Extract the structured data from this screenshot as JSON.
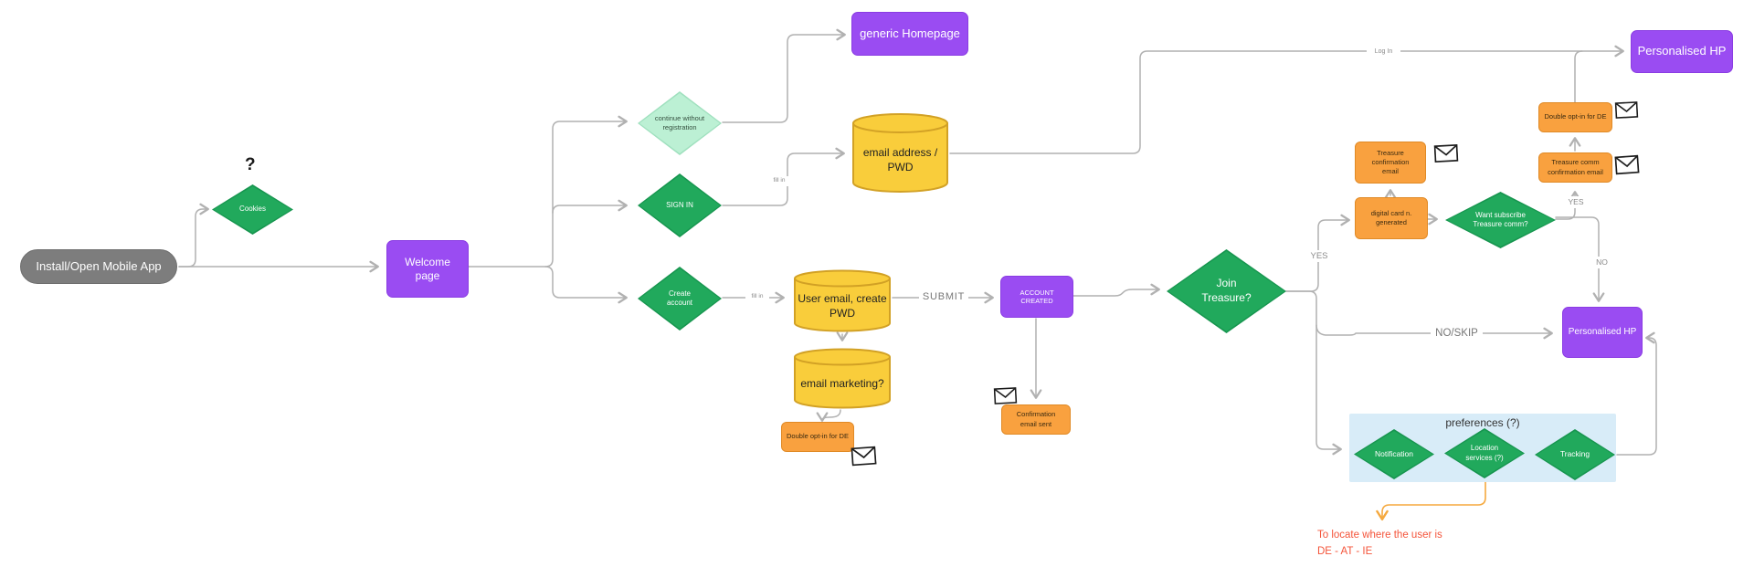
{
  "colors": {
    "purple": "#9a4cf2",
    "green": "#21a95c",
    "green_border": "#17954f",
    "light_green": "#bcf0d4",
    "yellow": "#f9cd3b",
    "yellow_border": "#d2a125",
    "orange": "#f9a13f",
    "orange_border": "#e08a26",
    "gray_node": "#7d7d7d",
    "light_blue": "#d8ecf8",
    "connector": "#b1b1b1",
    "edge_label": "#8a8a8a",
    "annotation_red": "#f4543a",
    "annotation_orange": "#f5a93f"
  },
  "nodes": {
    "install": {
      "label": "Install/Open Mobile App"
    },
    "question_mark": {
      "label": "?"
    },
    "cookies": {
      "label": "Cookies"
    },
    "welcome": {
      "label": "Welcome page"
    },
    "continue_without": {
      "label": "continue without registration"
    },
    "sign_in": {
      "label": "SIGN IN"
    },
    "create_account": {
      "label": "Create account"
    },
    "generic_homepage": {
      "label": "generic Homepage"
    },
    "email_address_pwd": {
      "label": "email address / PWD"
    },
    "user_email_create_pwd": {
      "label": "User email, create PWD"
    },
    "email_marketing": {
      "label": "email marketing?"
    },
    "double_opt_in_de_1": {
      "label": "Double opt-in for DE"
    },
    "account_created": {
      "label": "ACCOUNT CREATED"
    },
    "confirmation_email_sent": {
      "label": "Confirmation email sent"
    },
    "join_treasure": {
      "label": "Join Treasure?"
    },
    "digital_card_generated": {
      "label": "digital card n. generated"
    },
    "treasure_confirmation_email": {
      "label": "Treasure confirmation email"
    },
    "want_subscribe": {
      "label": "Want subscribe Treasure comm?"
    },
    "treasure_comm_confirmation_email": {
      "label": "Treasure comm confirmation email"
    },
    "double_opt_in_de_2": {
      "label": "Double opt-in for DE"
    },
    "personalised_hp_top": {
      "label": "Personalised HP"
    },
    "personalised_hp_mid": {
      "label": "Personalised HP"
    },
    "preferences": {
      "title": "preferences (?)"
    },
    "notification": {
      "label": "Notification"
    },
    "location_services": {
      "label": "Location services (?)"
    },
    "tracking": {
      "label": "Tracking"
    }
  },
  "edge_labels": {
    "log_in": "Log In",
    "fill_in_sign_in": "fill in",
    "fill_in_create": "fill in",
    "submit": "SUBMIT",
    "yes_join": "YES",
    "no_skip": "NO/SKIP",
    "yes_subscribe": "YES",
    "no_subscribe": "NO"
  },
  "annotation": {
    "line1": "To locate where the user is",
    "line2": "DE - AT - IE"
  }
}
